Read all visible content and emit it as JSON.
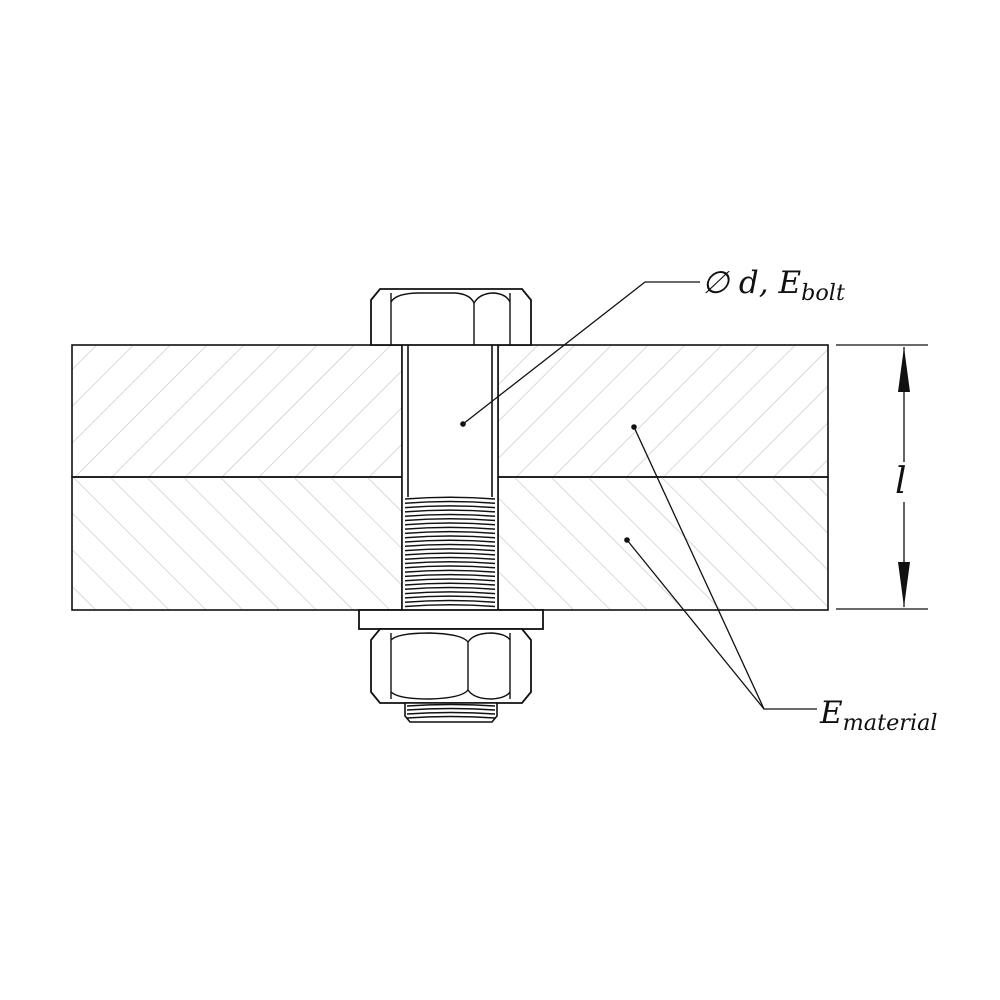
{
  "labels": {
    "bolt_diameter_symbol": "∅",
    "bolt_diameter": "d",
    "bolt_separator": ", ",
    "bolt_modulus_base": "E",
    "bolt_modulus_sub": "bolt",
    "grip_length": "l",
    "material_modulus_base": "E",
    "material_modulus_sub": "material"
  },
  "colors": {
    "line": "#111111",
    "hatch": "#c8c8c8"
  }
}
